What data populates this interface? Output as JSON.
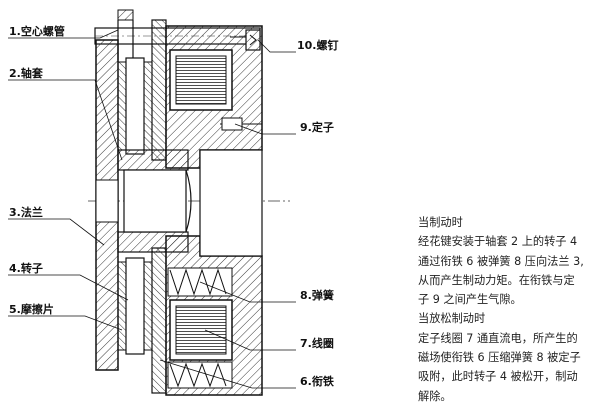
{
  "labels": {
    "l1": "1.空心螺管",
    "l2": "2.轴套",
    "l3": "3.法兰",
    "l4": "4.转子",
    "l5": "5.摩擦片",
    "l6": "6.衔铁",
    "l7": "7.线圈",
    "l8": "8.弹簧",
    "l9": "9.定子",
    "l10": "10.螺钉"
  },
  "description": [
    "当制动时",
    "经花键安装于轴套 2 上的转子 4",
    "通过衔铁 6 被弹簧 8 压向法兰 3,",
    "从而产生制动力矩。在衔铁与定",
    "子 9 之间产生气隙。",
    "当放松制动时",
    "定子线圈 7 通直流电，所产生的",
    "磁场使衔铁 6 压缩弹簧 8 被定子",
    "吸附，此时转子 4 被松开，制动",
    "解除。"
  ]
}
